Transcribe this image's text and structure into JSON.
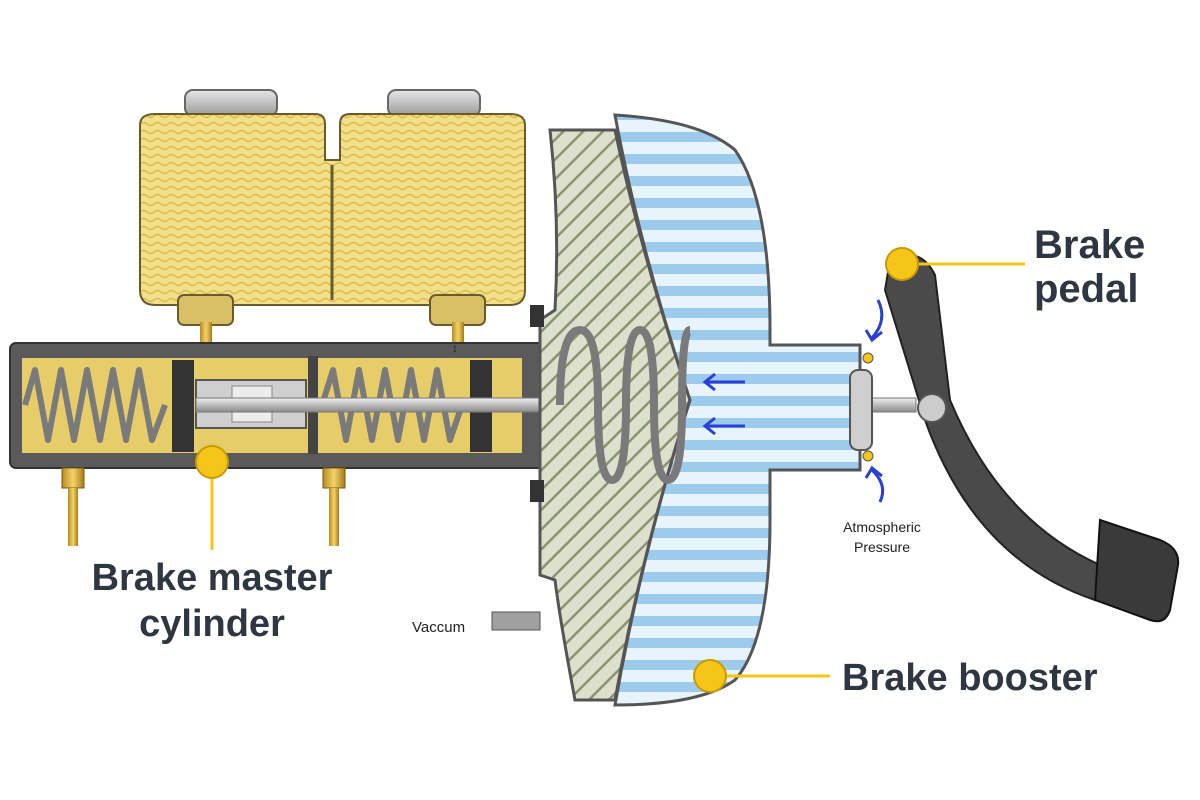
{
  "labels": {
    "brake_pedal_line1": "Brake",
    "brake_pedal_line2": "pedal",
    "master_cylinder_line1": "Brake master",
    "master_cylinder_line2": "cylinder",
    "brake_booster": "Brake booster",
    "atmospheric_line1": "Atmospheric",
    "atmospheric_line2": "Pressure",
    "vacuum": "Vaccum"
  },
  "colors": {
    "callout_dot": "#f5c518",
    "callout_line": "#f5c518",
    "label_text": "#2e3641",
    "reservoir_fill": "#e8d77a",
    "cylinder_body": "#5a5a5a",
    "cylinder_inner": "#e6cd6a",
    "booster_shell": "#b8bca8",
    "booster_chamber": "#a9d4f2",
    "pedal": "#4a4a4a",
    "arrow": "#2a3fd6"
  },
  "icons": {
    "callout": "yellow-dot-icon",
    "airflow": "blue-arrow-icon"
  }
}
